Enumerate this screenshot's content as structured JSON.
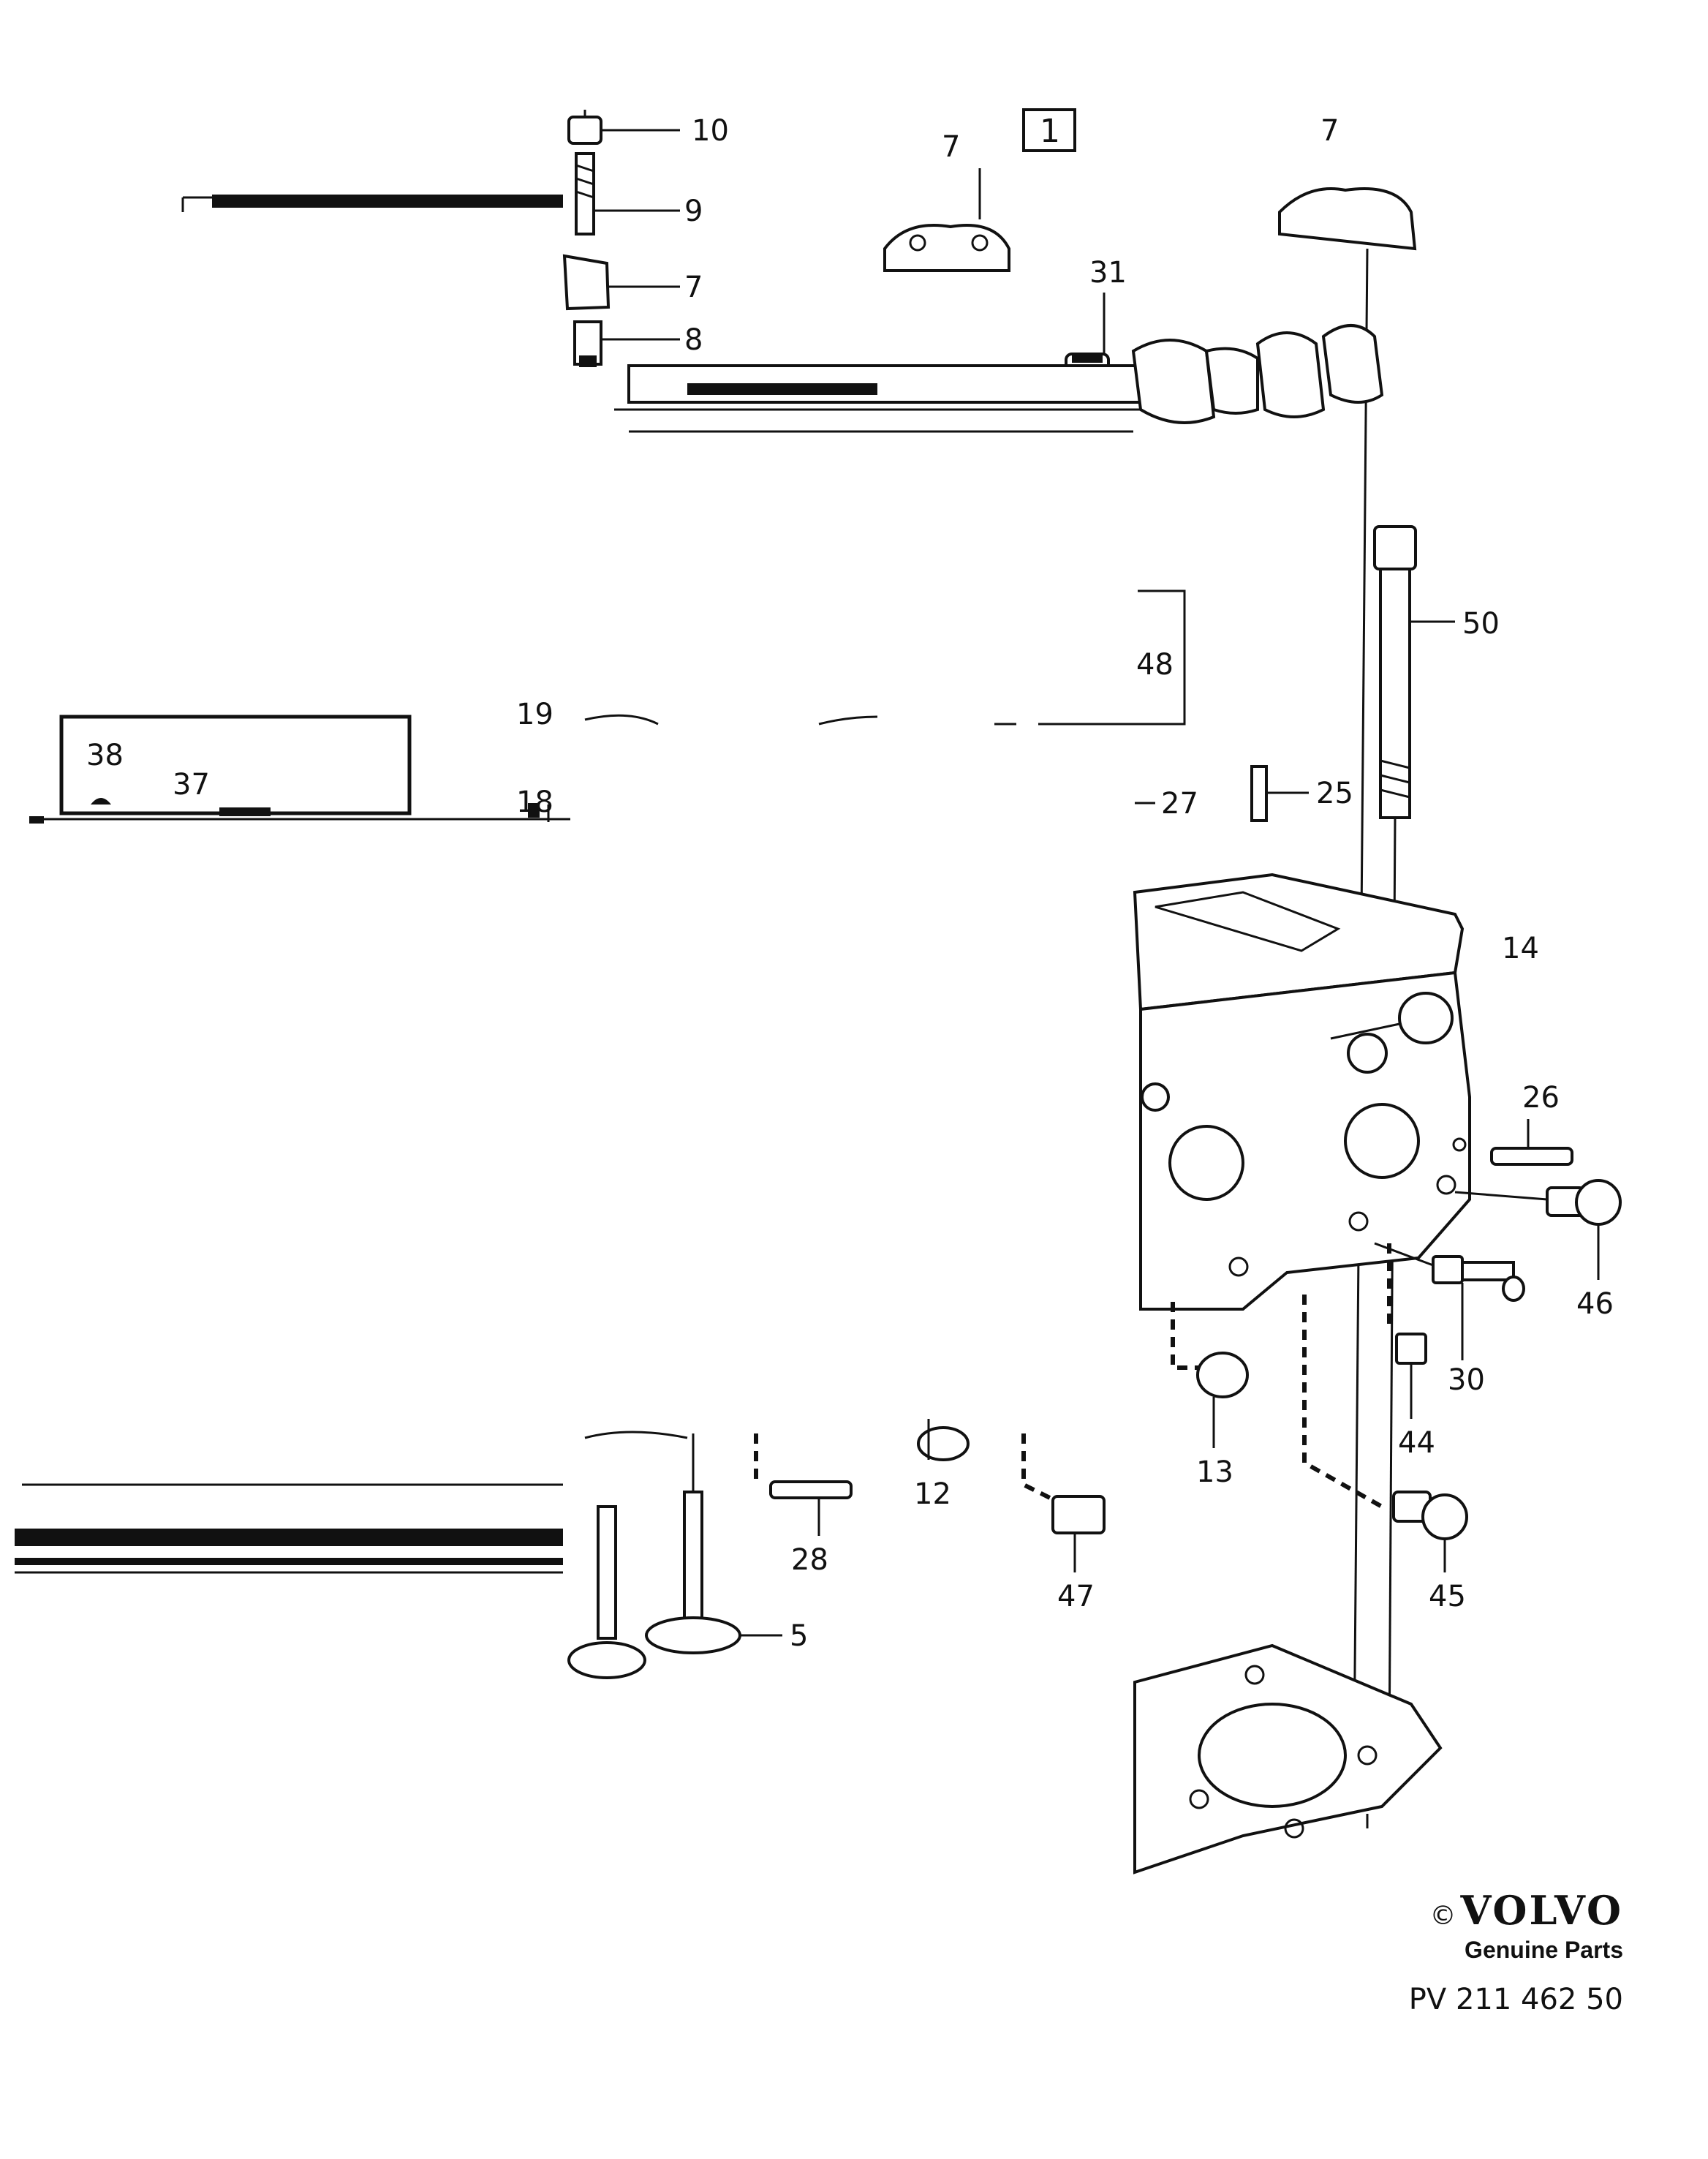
{
  "diagram": {
    "callouts": {
      "c1": "1",
      "c5": "5",
      "c7a": "7",
      "c7b": "7",
      "c7c": "7",
      "c8": "8",
      "c9": "9",
      "c10": "10",
      "c12": "12",
      "c13": "13",
      "c14": "14",
      "c18": "18",
      "c19": "19",
      "c25": "25",
      "c26": "26",
      "c27": "27",
      "c28": "28",
      "c30": "30",
      "c31": "31",
      "c37": "37",
      "c38": "38",
      "c44": "44",
      "c45": "45",
      "c46": "46",
      "c47": "47",
      "c48": "48",
      "c50": "50"
    }
  },
  "brand": {
    "copyright": "©",
    "logo": "VOLVO",
    "tagline": "Genuine Parts",
    "ref": "PV 211 462 50"
  }
}
